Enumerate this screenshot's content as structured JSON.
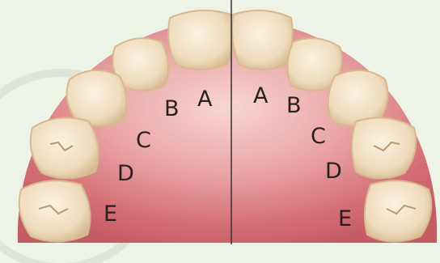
{
  "colors": {
    "background": "#eef3e7",
    "gum_outer": "#c55b63",
    "gum_inner": "#f4c9c6",
    "tooth": "#f2e1c6",
    "tooth_shadow": "#d9bf9a",
    "midline": "#3a3030",
    "label": "#2a1f1f"
  },
  "teeth_labels": {
    "right": [
      "A",
      "B",
      "C",
      "D",
      "E"
    ],
    "left": [
      "A",
      "B",
      "C",
      "D",
      "E"
    ]
  }
}
